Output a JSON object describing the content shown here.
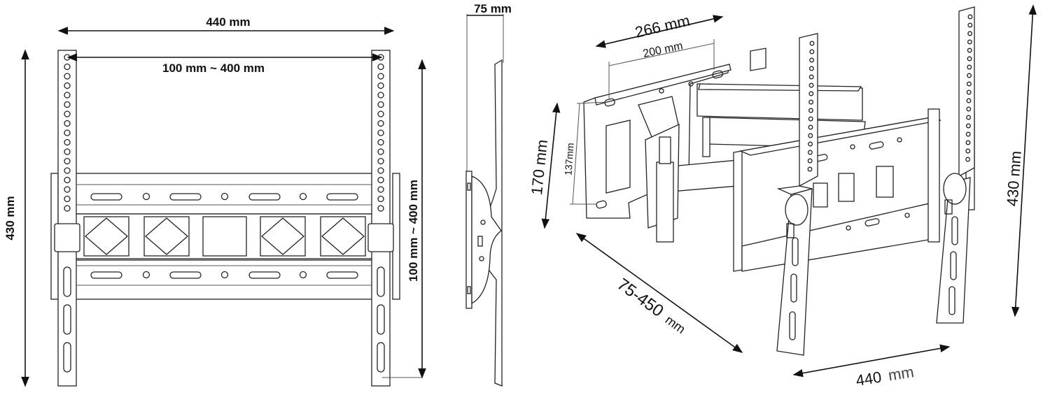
{
  "front_view": {
    "width_label": "440 mm",
    "vesa_horizontal_label": "100 mm ~ 400 mm",
    "height_label": "430 mm",
    "vesa_vertical_label": "100 mm ~ 400 mm"
  },
  "side_view": {
    "depth_label": "75 mm"
  },
  "perspective_view": {
    "arm_width_label": "266 mm",
    "wallplate_hole_width_label": "200 mm",
    "wallplate_height_label": "170 mm",
    "wallplate_hole_height_label": "137mm",
    "extension_value": "75-450",
    "extension_unit": "mm",
    "height_label": "430 mm",
    "width_value": "440",
    "width_unit": "mm"
  },
  "colors": {
    "line": "#222222",
    "background": "#ffffff"
  }
}
